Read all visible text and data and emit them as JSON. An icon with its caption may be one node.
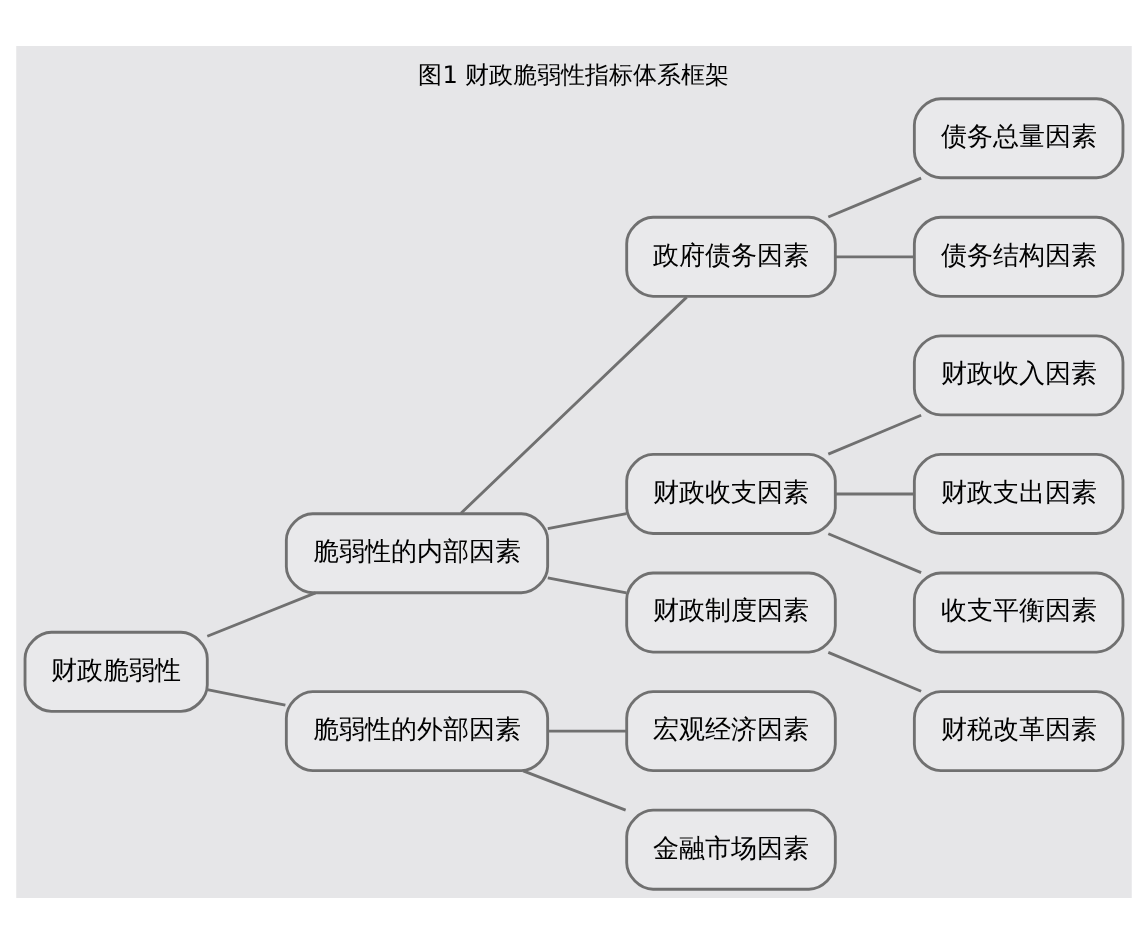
{
  "diagram": {
    "title": "图1 财政脆弱性指标体系框架",
    "nodes": [
      {
        "text": [
          "财政脆弱性"
        ]
      },
      {
        "text": [
          "脆弱性的内部因素"
        ]
      },
      {
        "text": [
          "政府债务因素"
        ]
      },
      {
        "text": [
          "债务总量因素"
        ]
      },
      {
        "text": [
          "债务结构因素"
        ]
      },
      {
        "text": [
          "财政收支因素"
        ]
      },
      {
        "text": [
          "财政收入因素"
        ]
      },
      {
        "text": [
          "财政支出因素"
        ]
      },
      {
        "text": [
          "收支平衡因素"
        ]
      },
      {
        "text": [
          "财政制度因素"
        ]
      },
      {
        "text": [
          "财税改革因素"
        ]
      },
      {
        "text": [
          "脆弱性的外部因素"
        ]
      },
      {
        "text": [
          "宏观经济因素"
        ]
      },
      {
        "text": [
          "金融市场因素"
        ]
      }
    ],
    "edges": [
      {
        "from": 0,
        "to": 1,
        "arrow": "none"
      },
      {
        "from": 0,
        "to": 11,
        "arrow": "none"
      },
      {
        "from": 1,
        "to": 2,
        "arrow": "none"
      },
      {
        "from": 1,
        "to": 5,
        "arrow": "none"
      },
      {
        "from": 1,
        "to": 9,
        "arrow": "none"
      },
      {
        "from": 2,
        "to": 3,
        "arrow": "none"
      },
      {
        "from": 2,
        "to": 4,
        "arrow": "none"
      },
      {
        "from": 5,
        "to": 6,
        "arrow": "none"
      },
      {
        "from": 5,
        "to": 7,
        "arrow": "none"
      },
      {
        "from": 5,
        "to": 8,
        "arrow": "none"
      },
      {
        "from": 9,
        "to": 10,
        "arrow": "none"
      },
      {
        "from": 11,
        "to": 12,
        "arrow": "none"
      },
      {
        "from": 11,
        "to": 13,
        "arrow": "none"
      }
    ]
  }
}
